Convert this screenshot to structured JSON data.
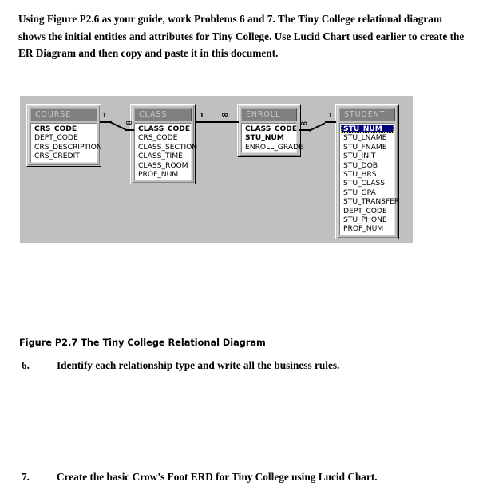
{
  "document": {
    "intro_paragraph": "Using Figure P2.6 as your guide, work Problems 6 and 7.   The Tiny College relational diagram shows the initial entities and attributes for Tiny College.  Use Lucid Chart used earlier to create the ER Diagram and then copy and paste it in this document.",
    "figure_caption": "Figure P2.7 The Tiny College Relational Diagram",
    "problems": [
      {
        "number": "6.",
        "text": "Identify each relationship type and write all the business rules."
      },
      {
        "number": "7.",
        "text": "Create the basic Crow’s Foot ERD for Tiny College using Lucid Chart."
      }
    ]
  },
  "diagram": {
    "background_color": "#c0c0c0",
    "title_bar_color": "#808080",
    "title_text_color": "#c8c8c8",
    "selection_color": "#000080",
    "entities": [
      {
        "name": "COURSE",
        "fields": [
          {
            "label": "CRS_CODE",
            "primary_key": true,
            "selected": false
          },
          {
            "label": "DEPT_CODE",
            "primary_key": false,
            "selected": false
          },
          {
            "label": "CRS_DESCRIPTION",
            "primary_key": false,
            "selected": false
          },
          {
            "label": "CRS_CREDIT",
            "primary_key": false,
            "selected": false
          }
        ]
      },
      {
        "name": "CLASS",
        "fields": [
          {
            "label": "CLASS_CODE",
            "primary_key": true,
            "selected": false
          },
          {
            "label": "CRS_CODE",
            "primary_key": false,
            "selected": false
          },
          {
            "label": "CLASS_SECTION",
            "primary_key": false,
            "selected": false
          },
          {
            "label": "CLASS_TIME",
            "primary_key": false,
            "selected": false
          },
          {
            "label": "CLASS_ROOM",
            "primary_key": false,
            "selected": false
          },
          {
            "label": "PROF_NUM",
            "primary_key": false,
            "selected": false
          }
        ]
      },
      {
        "name": "ENROLL",
        "fields": [
          {
            "label": "CLASS_CODE",
            "primary_key": true,
            "selected": false
          },
          {
            "label": "STU_NUM",
            "primary_key": true,
            "selected": false
          },
          {
            "label": "ENROLL_GRADE",
            "primary_key": false,
            "selected": false
          }
        ]
      },
      {
        "name": "STUDENT",
        "fields": [
          {
            "label": "STU_NUM",
            "primary_key": true,
            "selected": true
          },
          {
            "label": "STU_LNAME",
            "primary_key": false,
            "selected": false
          },
          {
            "label": "STU_FNAME",
            "primary_key": false,
            "selected": false
          },
          {
            "label": "STU_INIT",
            "primary_key": false,
            "selected": false
          },
          {
            "label": "STU_DOB",
            "primary_key": false,
            "selected": false
          },
          {
            "label": "STU_HRS",
            "primary_key": false,
            "selected": false
          },
          {
            "label": "STU_CLASS",
            "primary_key": false,
            "selected": false
          },
          {
            "label": "STU_GPA",
            "primary_key": false,
            "selected": false
          },
          {
            "label": "STU_TRANSFER",
            "primary_key": false,
            "selected": false
          },
          {
            "label": "DEPT_CODE",
            "primary_key": false,
            "selected": false
          },
          {
            "label": "STU_PHONE",
            "primary_key": false,
            "selected": false
          },
          {
            "label": "PROF_NUM",
            "primary_key": false,
            "selected": false
          }
        ]
      }
    ],
    "relationships": [
      {
        "from": "COURSE",
        "to": "CLASS",
        "from_cardinality": "1",
        "to_cardinality": "∞"
      },
      {
        "from": "CLASS",
        "to": "ENROLL",
        "from_cardinality": "1",
        "to_cardinality": "∞"
      },
      {
        "from": "STUDENT",
        "to": "ENROLL",
        "from_cardinality": "1",
        "to_cardinality": "∞"
      }
    ]
  }
}
